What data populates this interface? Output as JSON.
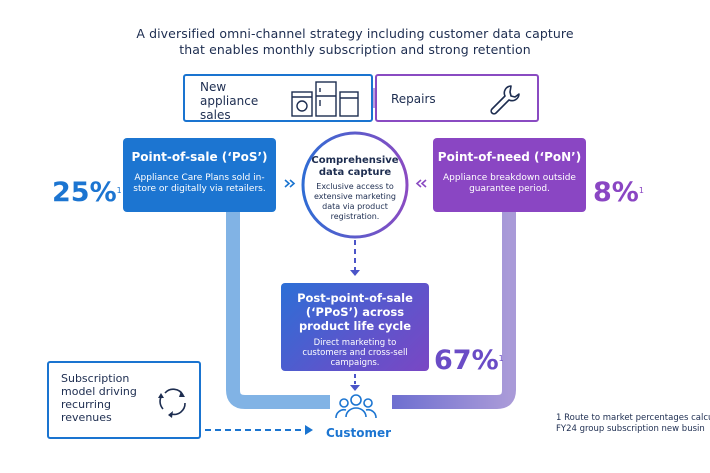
{
  "title": {
    "line1": "A diversified omni-channel strategy including customer data capture",
    "line2": "that enables monthly subscription and strong retention"
  },
  "new_sales": {
    "label_lines": [
      "New",
      "appliance",
      "sales"
    ],
    "icon": "appliances-icon"
  },
  "repairs": {
    "label": "Repairs",
    "icon": "wrench-icon"
  },
  "pos": {
    "title": "Point-of-sale (‘PoS’)",
    "body": "Appliance Care Plans sold in-store or digitally via retailers.",
    "percent": "25%",
    "sup": "1",
    "color": "#1c75d1"
  },
  "pon": {
    "title": "Point-of-need (‘PoN’)",
    "body": "Appliance breakdown outside guarantee period.",
    "percent": "8%",
    "sup": "1",
    "color": "#8a46c3"
  },
  "data_capture": {
    "title_lines": [
      "Comprehensive",
      "data capture"
    ],
    "body": "Exclusive access to extensive marketing data via product registration."
  },
  "ppos": {
    "title_lines": [
      "Post-point-of-sale",
      "(‘PPoS’) across",
      "product life cycle"
    ],
    "body": "Direct marketing to customers and cross-sell campaigns.",
    "percent": "67%",
    "sup": "1"
  },
  "subscription": {
    "label_lines": [
      "Subscription",
      "model driving",
      "recurring",
      "revenues"
    ],
    "icon": "recycle-arrows-icon"
  },
  "customer": {
    "label": "Customer",
    "icon": "customer-group-icon"
  },
  "footnote": {
    "line1": "1 Route to market percentages calcul",
    "line2": "FY24 group subscription new busin"
  },
  "colors": {
    "blue": "#1c75d1",
    "purple": "#8a46c3",
    "navy": "#1d2d50"
  }
}
